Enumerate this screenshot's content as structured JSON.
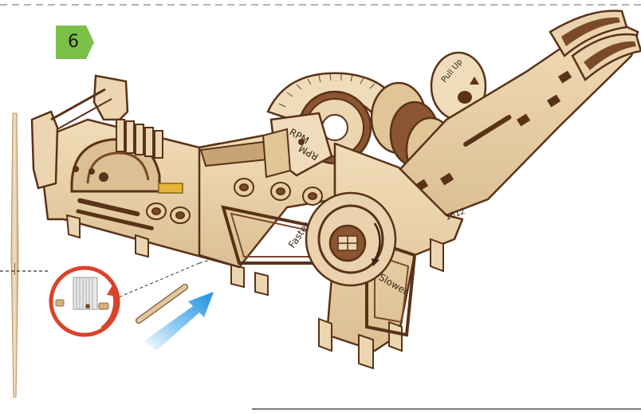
{
  "step": {
    "number": "6"
  },
  "dial_labels": {
    "rpm_top": "RPM",
    "rpm_bottom": "RPM",
    "pull_up": "Pull Up",
    "faster": "Faster",
    "slower": "Slower",
    "small_mark": "1612"
  },
  "colors": {
    "wood_light": "#e9d2ad",
    "wood_mid": "#d8b98c",
    "wood_dark": "#7a4a2a",
    "wood_edge": "#5a3218",
    "badge_green": "#7cc04a",
    "callout_red": "#d9432c",
    "arrow_blue": "#2a9fe6"
  }
}
